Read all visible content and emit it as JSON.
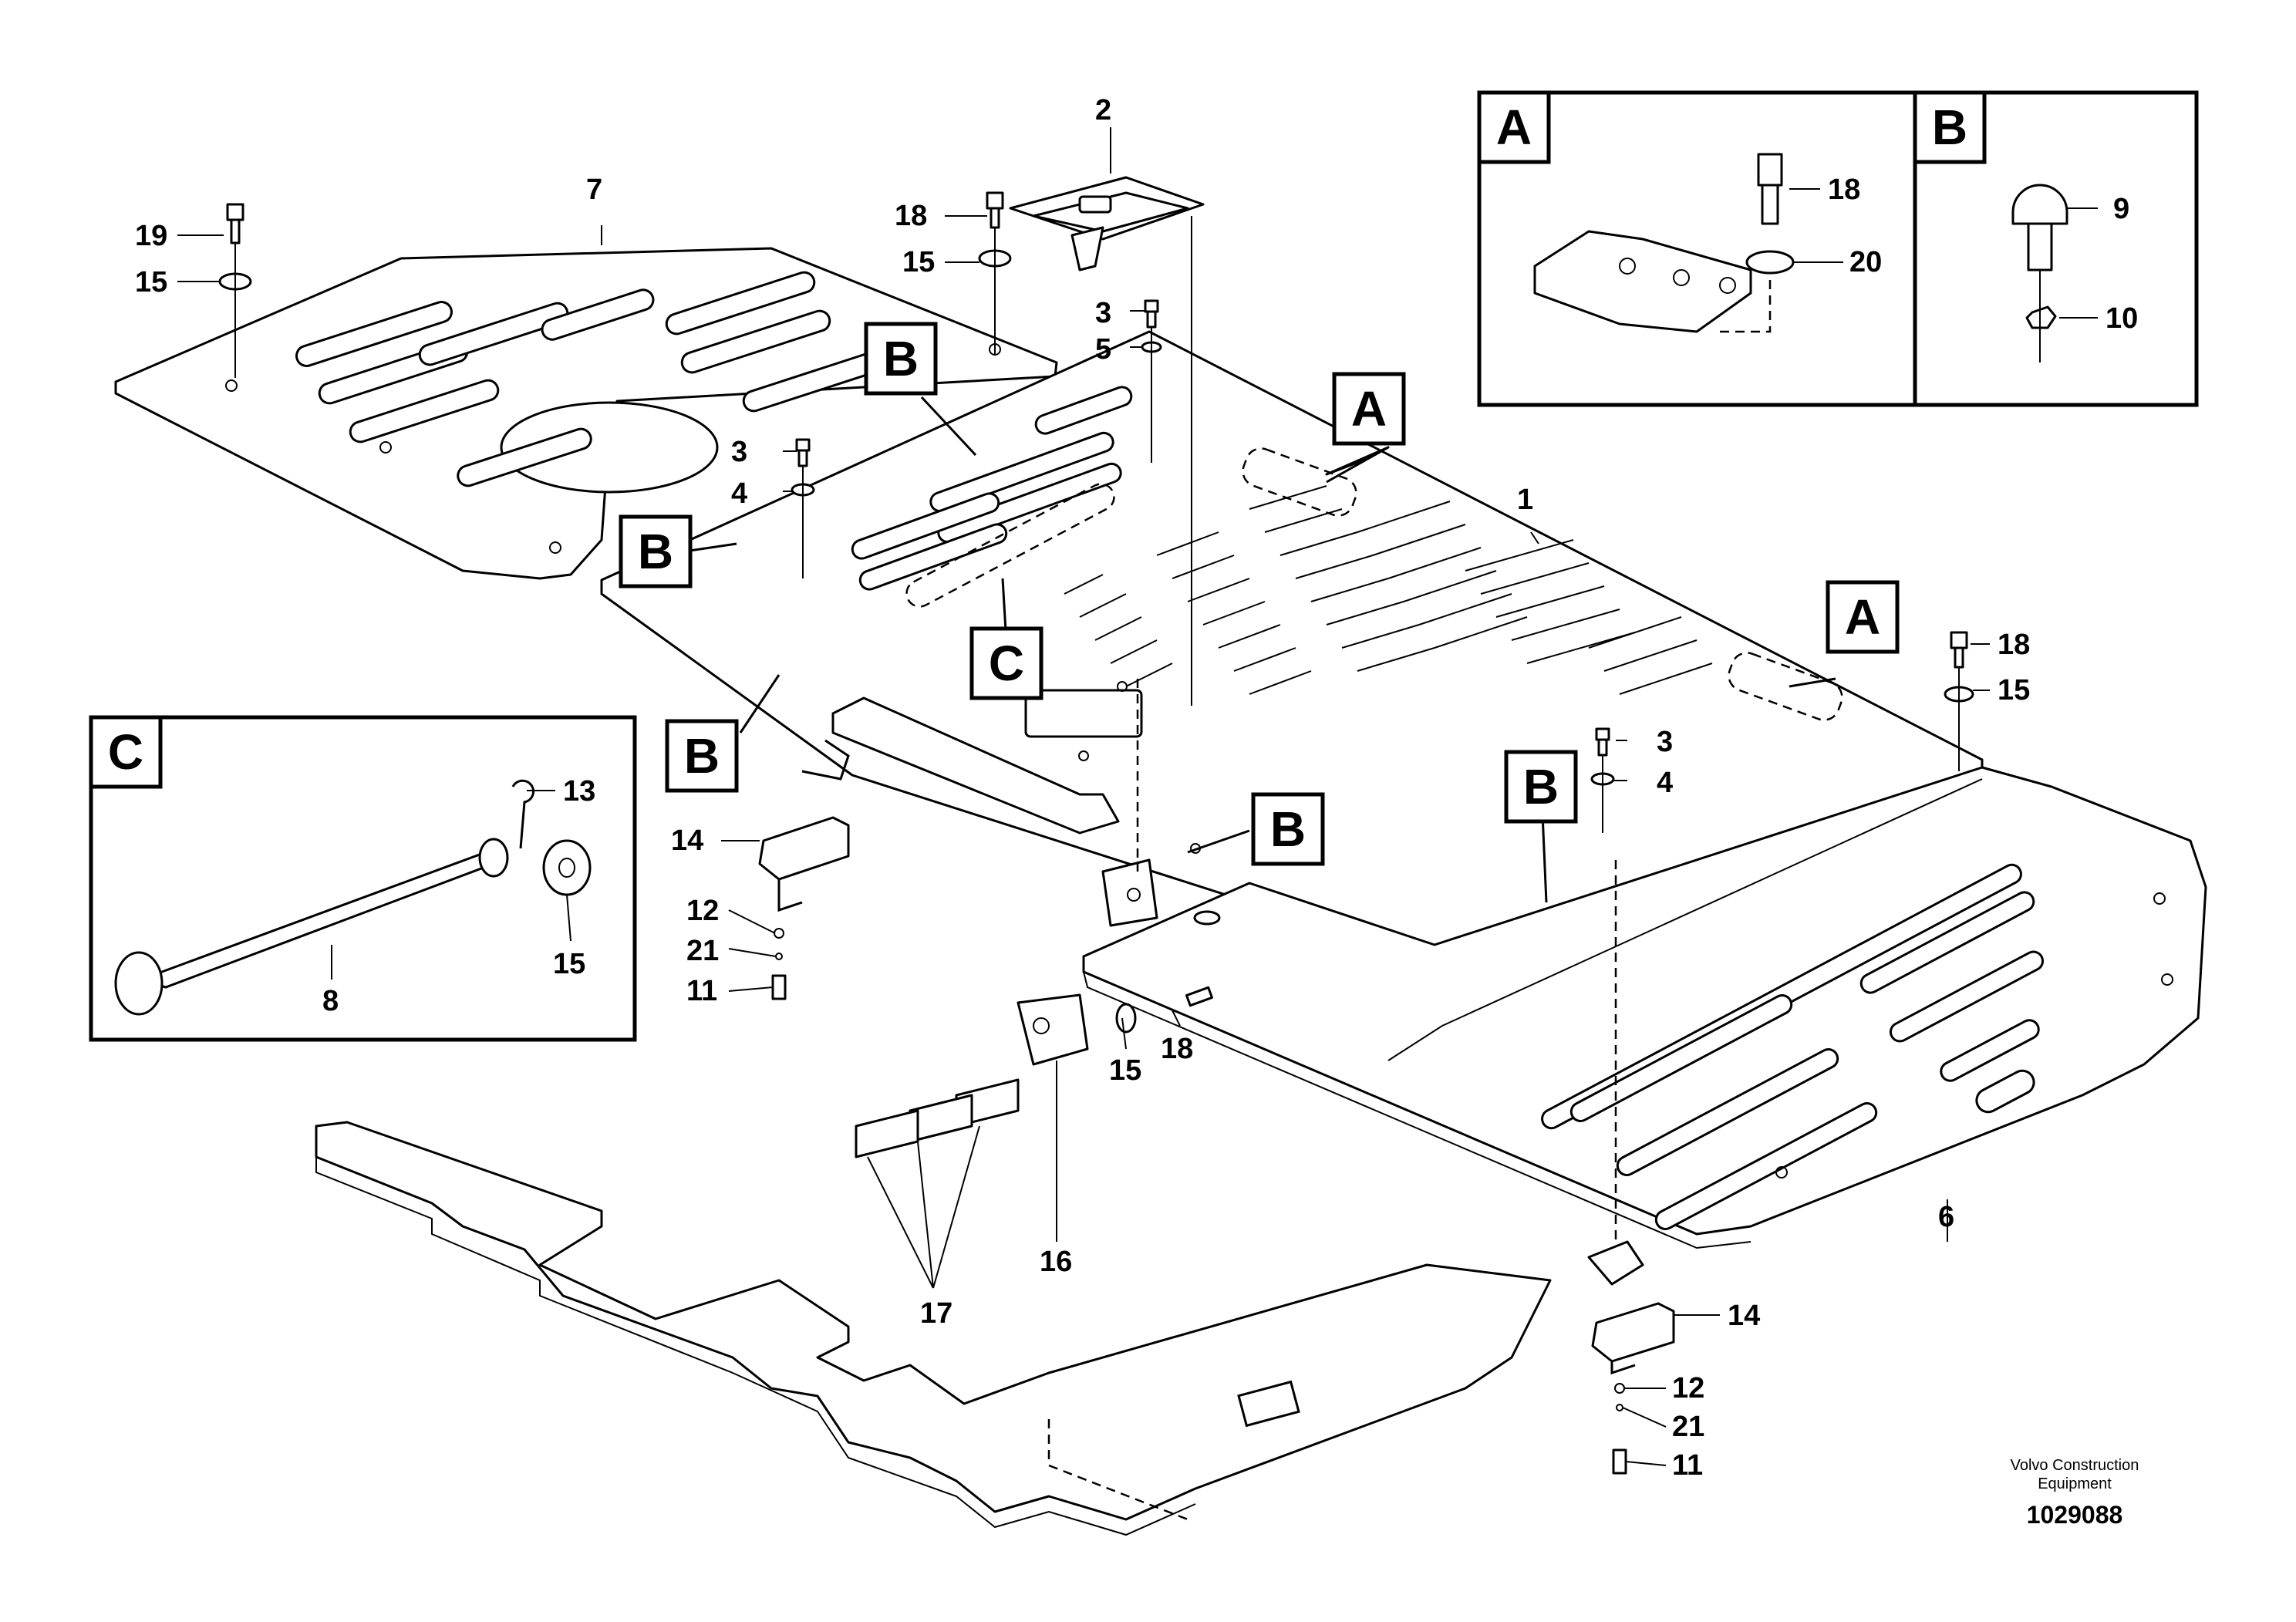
{
  "callouts": {
    "c1": "1",
    "c2": "2",
    "c3a": "3",
    "c3b": "3",
    "c3c": "3",
    "c4a": "4",
    "c4b": "4",
    "c5": "5",
    "c6": "6",
    "c7": "7",
    "c8": "8",
    "c9": "9",
    "c10": "10",
    "c11a": "11",
    "c11b": "11",
    "c12a": "12",
    "c12b": "12",
    "c13": "13",
    "c14a": "14",
    "c14b": "14",
    "c15a": "15",
    "c15b": "15",
    "c15c": "15",
    "c15d": "15",
    "c15e": "15",
    "c16": "16",
    "c17": "17",
    "c18a": "18",
    "c18b": "18",
    "c18c": "18",
    "c18d": "18",
    "c19": "19",
    "c20": "20",
    "c21a": "21",
    "c21b": "21"
  },
  "detail_labels": {
    "a_box": "A",
    "b_box": "B",
    "c_box": "C",
    "a_ref1": "A",
    "a_ref2": "A",
    "b_ref1": "B",
    "b_ref2": "B",
    "b_ref3": "B",
    "b_ref4": "B",
    "b_ref5": "B",
    "c_ref": "C"
  },
  "credit": {
    "company": "Volvo Construction",
    "company2": "Equipment",
    "doc_number": "1029088"
  }
}
